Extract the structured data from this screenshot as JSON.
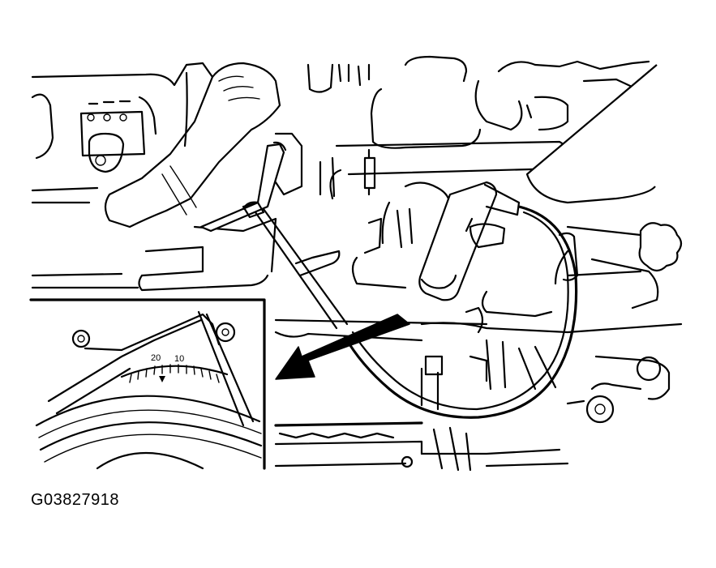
{
  "figure": {
    "id": "G03827918",
    "timing_scale_labels": [
      "20",
      "10"
    ]
  },
  "colors": {
    "line": "#000000",
    "background": "#ffffff"
  },
  "icons": [
    "timing-light-icon",
    "pointer-arrow-icon"
  ]
}
